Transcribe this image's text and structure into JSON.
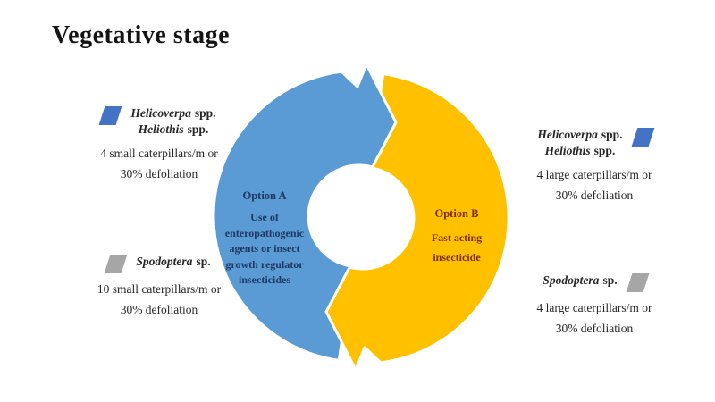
{
  "title": "Vegetative stage",
  "colors": {
    "cycle_blue": "#5B9BD5",
    "cycle_yellow": "#FFC000",
    "option_a_text": "#1F3864",
    "option_b_text": "#7B2E00",
    "marker_blue": "#4472C4",
    "marker_gray": "#A6A6A6"
  },
  "cycle": {
    "option_a": {
      "title": "Option A",
      "lines": [
        "Use of",
        "enteropathogenic",
        "agents or insect",
        "growth regulator",
        "insecticides"
      ]
    },
    "option_b": {
      "title": "Option B",
      "lines": [
        "Fast acting",
        "insecticide"
      ]
    }
  },
  "callouts": {
    "left_top": {
      "species": [
        {
          "name": "Helicoverpa",
          "suffix": "spp."
        },
        {
          "name": "Heliothis",
          "suffix": "spp."
        }
      ],
      "threshold1": "4 small caterpillars/m or",
      "threshold2": "30% defoliation"
    },
    "left_bottom": {
      "species": [
        {
          "name": "Spodoptera",
          "suffix": "sp."
        }
      ],
      "threshold1": "10 small caterpillars/m or",
      "threshold2": "30% defoliation"
    },
    "right_top": {
      "species": [
        {
          "name": "Helicoverpa",
          "suffix": "spp."
        },
        {
          "name": "Heliothis",
          "suffix": "spp."
        }
      ],
      "threshold1": "4 large caterpillars/m or",
      "threshold2": "30% defoliation"
    },
    "right_bottom": {
      "species": [
        {
          "name": "Spodoptera",
          "suffix": "sp."
        }
      ],
      "threshold1": "4 large caterpillars/m or",
      "threshold2": "30% defoliation"
    }
  }
}
